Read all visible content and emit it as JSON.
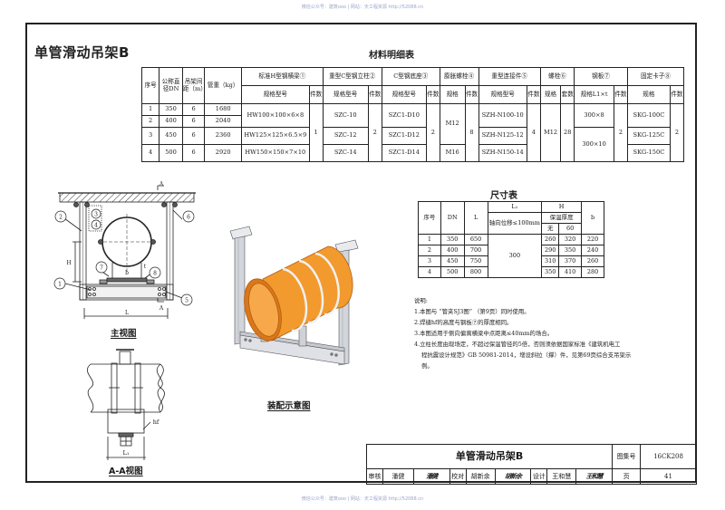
{
  "watermark": {
    "top": "微信公众号：建筑ooo | 网站：天工程资源 http://52088.cn",
    "bottom": "微信公众号：建筑ooo | 网站：天工程资源 http://52088.cn"
  },
  "page_title": "单管滑动吊架B",
  "materials_table": {
    "caption": "材料明细表",
    "headers": {
      "seq": "序号",
      "dn": "公称直径DN",
      "span": "吊架间距（m）",
      "pipe_weight": "管重（kg）",
      "groups": [
        {
          "label": "标准H型钢横梁①",
          "sub": [
            "规格型号",
            "件数"
          ]
        },
        {
          "label": "重型C型钢立柱②",
          "sub": [
            "规格型号",
            "件数"
          ]
        },
        {
          "label": "C型钢底座③",
          "sub": [
            "规格型号",
            "件数"
          ]
        },
        {
          "label": "膨胀螺栓④",
          "sub": [
            "规格",
            "件数"
          ]
        },
        {
          "label": "重型连接件⑤",
          "sub": [
            "规格型号",
            "件数"
          ]
        },
        {
          "label": "螺栓⑥",
          "sub": [
            "规格",
            "套数"
          ]
        },
        {
          "label": "钢板⑦",
          "sub": [
            "规格L1×t",
            "件数"
          ]
        },
        {
          "label": "固定卡子⑧",
          "sub": [
            "规格",
            "件数"
          ]
        }
      ]
    },
    "rows": [
      {
        "seq": "1",
        "dn": "350",
        "span": "6",
        "weight": "1680",
        "beam": "HW100×100×6×8",
        "column": "SZC-10",
        "base": "SZC1-D10",
        "anchor": "M12",
        "connector": "SZH-N100-10",
        "plate": "300×8",
        "clamp": "SKG-100C"
      },
      {
        "seq": "2",
        "dn": "400",
        "span": "6",
        "weight": "2040"
      },
      {
        "seq": "3",
        "dn": "450",
        "span": "6",
        "weight": "2360",
        "beam": "HW125×125×6.5×9",
        "column": "SZC-12",
        "base": "SZC1-D12",
        "connector": "SZH-N125-12",
        "plate": "300×10",
        "clamp": "SKG-125C"
      },
      {
        "seq": "4",
        "dn": "500",
        "span": "6",
        "weight": "2920",
        "beam": "HW150×150×7×10",
        "column": "SZC-14",
        "base": "SZC1-D14",
        "anchor": "M16",
        "connector": "SZH-N150-14",
        "clamp": "SKG-150C"
      }
    ],
    "shared": {
      "beam_qty": "1",
      "column_qty": "2",
      "base_qty": "2",
      "anchor_qty": "8",
      "connector_qty": "4",
      "bolt_spec": "M12",
      "bolt_sets": "28",
      "plate_qty": "2",
      "clamp_qty": "2"
    }
  },
  "dimension_table": {
    "caption": "尺寸表",
    "headers": {
      "seq": "序号",
      "dn": "DN",
      "l": "L",
      "l1": "L₁",
      "l1_sub": "轴向位移≤100mm",
      "h": "H",
      "h_sub": "保温厚度",
      "h_none": "无",
      "h_60": "60",
      "b": "b"
    },
    "rows": [
      {
        "seq": "1",
        "dn": "350",
        "l": "650",
        "h0": "260",
        "h60": "320",
        "b": "220"
      },
      {
        "seq": "2",
        "dn": "400",
        "l": "700",
        "h0": "290",
        "h60": "350",
        "b": "240"
      },
      {
        "seq": "3",
        "dn": "450",
        "l": "750",
        "h0": "310",
        "h60": "370",
        "b": "260"
      },
      {
        "seq": "4",
        "dn": "500",
        "l": "800",
        "h0": "350",
        "h60": "410",
        "b": "280"
      }
    ],
    "l1_value": "300"
  },
  "notes": {
    "title": "说明:",
    "items": [
      "1.本图与 “管夹SJ3图” （第9页）同时使用。",
      "2.焊缝hf的高度与钢板⑦的厚度相同。",
      "3.本图适用于侧向偏离横梁中点距离≤40mm的场合。",
      "4.立柱长度由现场定，不超过保温管径的5倍，否则须依据国家标准《建筑机电工",
      "程抗震设计规范》GB 50981-2014，增设斜拉（撑）件，见第69页综合支吊架示",
      "例。"
    ]
  },
  "views": {
    "front": "主视图",
    "section": "A-A视图",
    "assembly": "装配示意图",
    "labels": {
      "section_mark": "A",
      "dim_l": "L",
      "dim_h": "H",
      "dim_b": "b",
      "dim_t": "t",
      "dim_l1": "L₁",
      "weld": "hf",
      "callouts": [
        "1",
        "2",
        "3",
        "4",
        "5",
        "6",
        "7",
        "8"
      ]
    }
  },
  "colors": {
    "line": "#222222",
    "pipe_orange": "#f29a2e",
    "pipe_dark": "#d9771a",
    "steel": "#c9ccd2",
    "watermark": "#9aa6c8"
  },
  "title_block": {
    "title": "单管滑动吊架B",
    "atlas_label": "图集号",
    "atlas_no": "16CK208",
    "review_label": "审核",
    "reviewer": "潘健",
    "reviewer_sig": "潘健",
    "check_label": "校对",
    "checker": "胡新余",
    "checker_sig": "胡新余",
    "design_label": "设计",
    "designer": "王和慧",
    "designer_sig": "王和慧",
    "page_label": "页",
    "page_no": "41"
  }
}
